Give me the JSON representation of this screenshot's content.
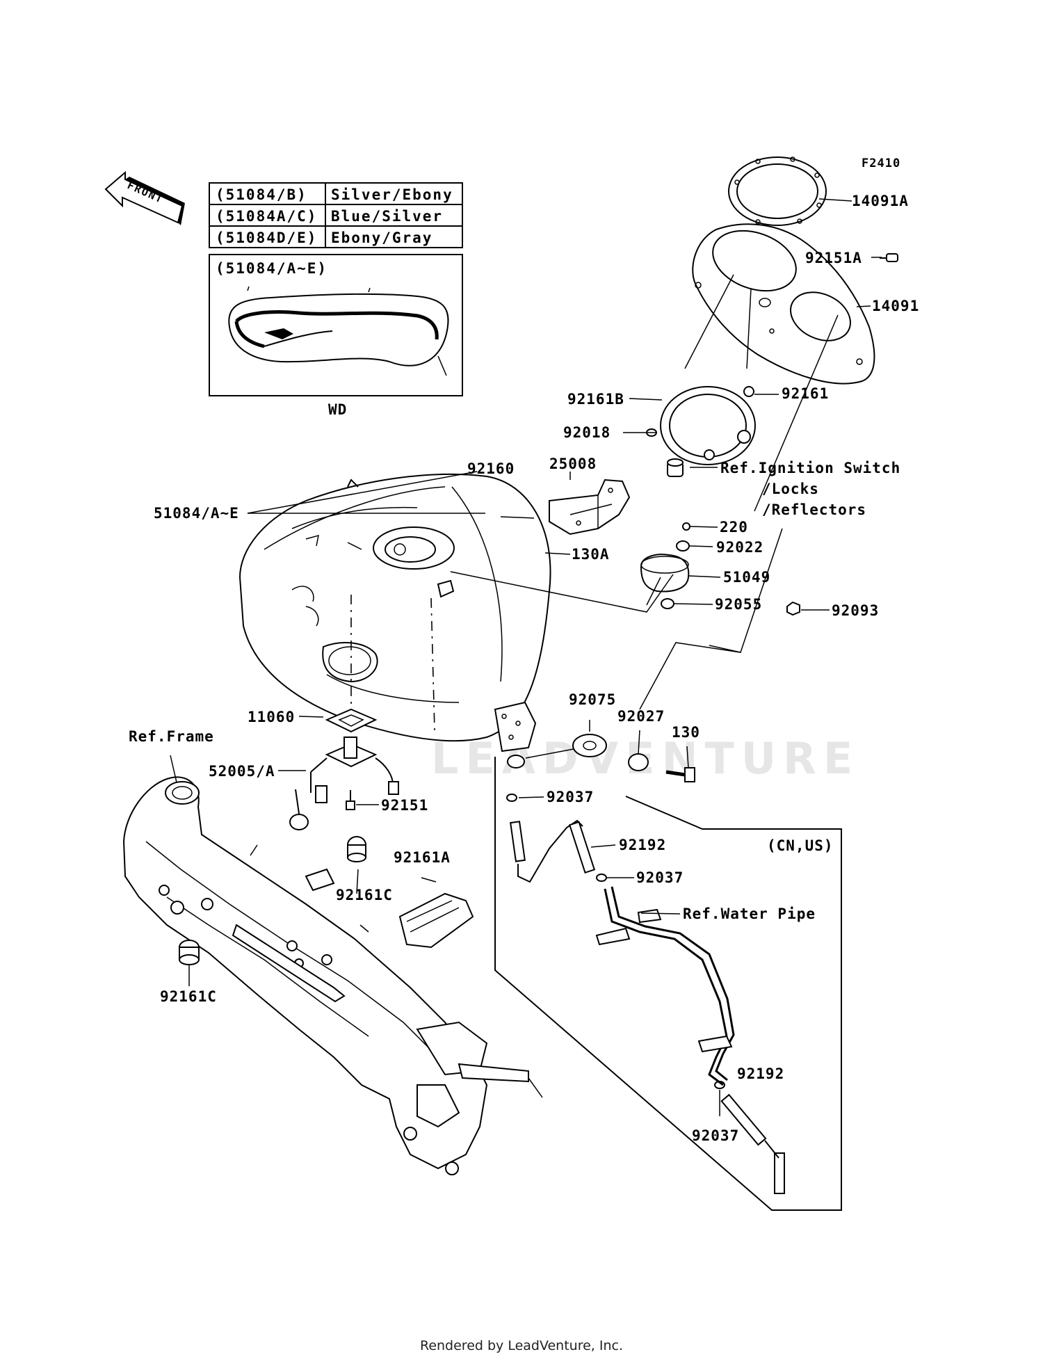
{
  "figure_code": "F2410",
  "front_label": "FRONT",
  "color_table": [
    {
      "code": "(51084/B)",
      "color": "Silver/Ebony"
    },
    {
      "code": "(51084A/C)",
      "color": "Blue/Silver"
    },
    {
      "code": "(51084D/E)",
      "color": "Ebony/Gray"
    }
  ],
  "inset_title": "(51084/A~E)",
  "inset_caption": "WD",
  "region_label": "(CN,US)",
  "watermark": "LEADVENTURE",
  "footer": "Rendered by LeadVenture, Inc.",
  "callouts": {
    "c14091A": "14091A",
    "c92151A": "92151A",
    "c14091": "14091",
    "c92161": "92161",
    "c92161B": "92161B",
    "c92018": "92018",
    "c92160": "92160",
    "c25008": "25008",
    "c51084": "51084/A~E",
    "c130A": "130A",
    "cRefIgnition": "Ref.Ignition Switch",
    "cLocks": "/Locks",
    "cReflectors": "/Reflectors",
    "c220": "220",
    "c92022": "92022",
    "c51049": "51049",
    "c92055": "92055",
    "c92093": "92093",
    "c92075": "92075",
    "c92027": "92027",
    "c130": "130",
    "c11060": "11060",
    "cRefFrame": "Ref.Frame",
    "c52005": "52005/A",
    "c92151": "92151",
    "c92037a": "92037",
    "c92192a": "92192",
    "c92161A": "92161A",
    "c92037b": "92037",
    "c92161Ca": "92161C",
    "cRefWater": "Ref.Water Pipe",
    "c92161Cb": "92161C",
    "c92192b": "92192",
    "c92037c": "92037"
  }
}
